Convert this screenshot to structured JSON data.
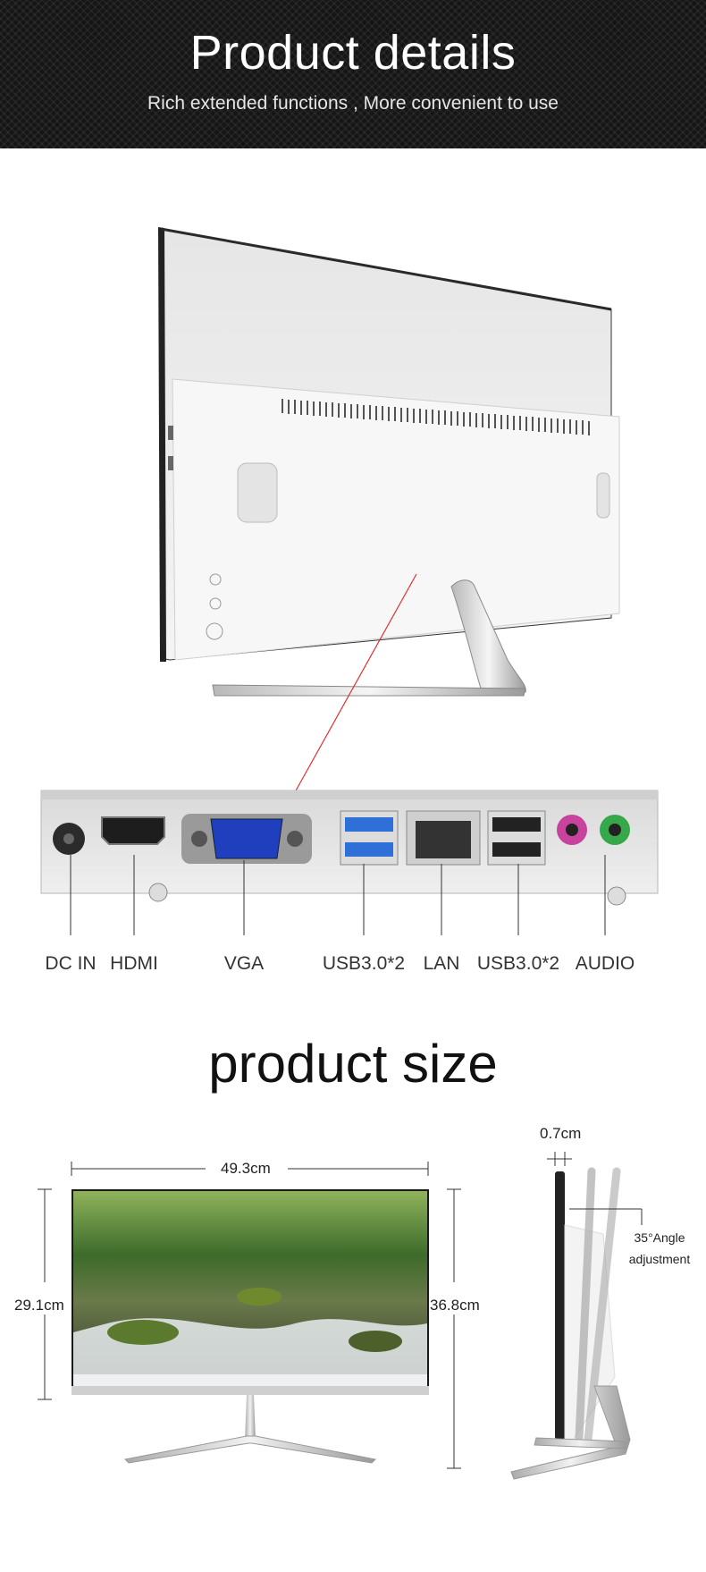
{
  "header": {
    "title": "Product details",
    "subtitle": "Rich extended functions ,   More convenient to use"
  },
  "ports": [
    {
      "label": "DC IN"
    },
    {
      "label": "HDMI"
    },
    {
      "label": "VGA"
    },
    {
      "label": "USB3.0*2"
    },
    {
      "label": "LAN"
    },
    {
      "label": "USB3.0*2"
    },
    {
      "label": "AUDIO"
    }
  ],
  "size_section": {
    "title": "product size",
    "width": "49.3cm",
    "screen_height": "29.1cm",
    "total_height": "36.8cm",
    "thickness": "0.7cm",
    "angle_line1": "35°Angle",
    "angle_line2": "adjustment"
  },
  "colors": {
    "banner_bg": "#151515",
    "usb3_blue": "#2f6fd8",
    "vga_blue": "#1f3fbf",
    "audio_pink": "#c8439e",
    "audio_green": "#37a84a",
    "pointer_red": "#e03030"
  }
}
